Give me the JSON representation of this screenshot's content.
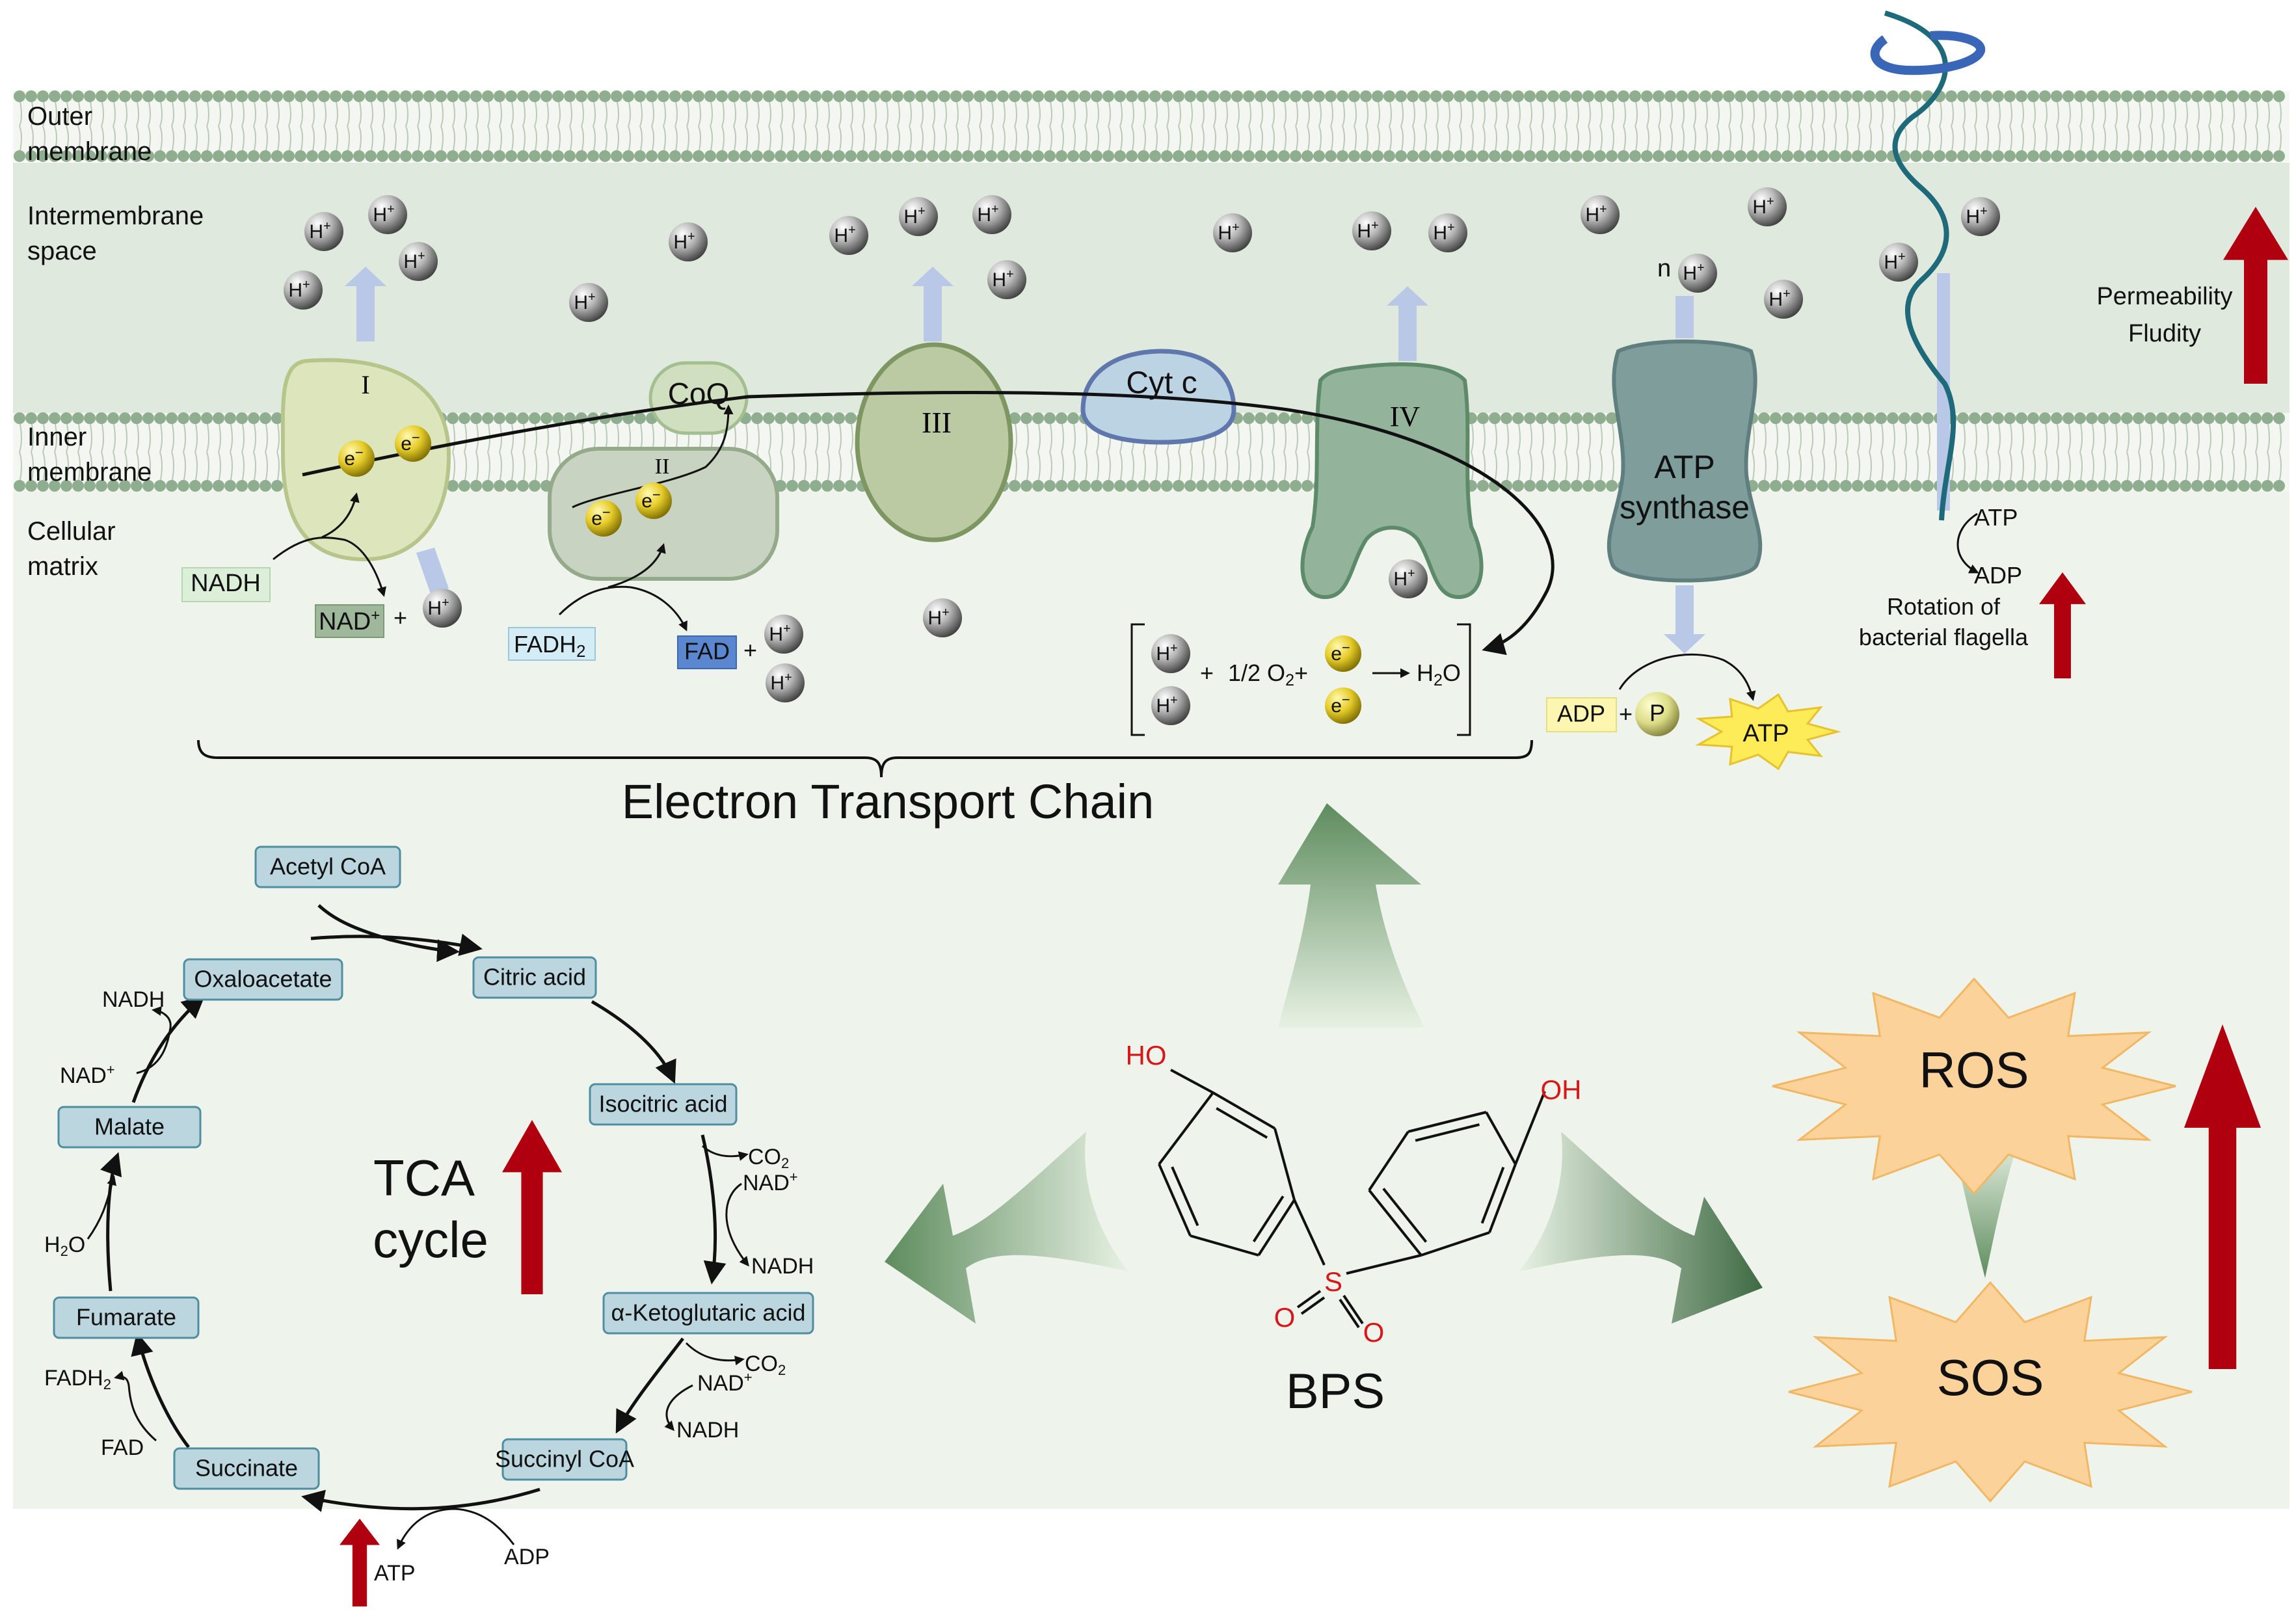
{
  "regions": {
    "outer": "Outer membrane",
    "intermembrane": "Intermembrane space",
    "inner": "Inner membrane",
    "matrix": "Cellular matrix"
  },
  "complexes": {
    "c1": "I",
    "c2": "II",
    "coq": "CoQ",
    "c3": "III",
    "cytc": "Cyt c",
    "c4": "IV",
    "atp_synthase": "ATP synthase"
  },
  "proton": {
    "base": "H",
    "charge": "+",
    "n": "n"
  },
  "electron": {
    "base": "e",
    "charge": "−"
  },
  "etc_molecules": {
    "nadh": "NADH",
    "nad": "NAD",
    "nad_charge": "+",
    "plus": "+",
    "fadh2_base": "FADH",
    "fadh2_sub": "2",
    "fad": "FAD",
    "half_o2": "1/2 O",
    "o2_sub": "2",
    "h2o_base": "H",
    "h2o_sub": "2",
    "h2o_o": "O",
    "adp": "ADP",
    "p": "P",
    "atp": "ATP"
  },
  "etc_label": "Electron Transport Chain",
  "flagella": {
    "atp": "ATP",
    "adp": "ADP",
    "label_line1": "Rotation of",
    "label_line2": "bacterial flagella"
  },
  "membrane_props": {
    "line1": "Permeability",
    "line2": "Fludity"
  },
  "tca": {
    "title_line1": "TCA",
    "title_line2": "cycle",
    "metabolites": [
      "Acetyl CoA",
      "Citric acid",
      "Isocitric acid",
      "α-Ketoglutaric acid",
      "Succinyl CoA",
      "Succinate",
      "Fumarate",
      "Malate",
      "Oxaloacetate"
    ],
    "side": {
      "co2": "CO",
      "co2_sub": "2",
      "nad": "NAD",
      "nad_charge": "+",
      "nadh": "NADH",
      "adp": "ADP",
      "atp": "ATP",
      "fad": "FAD",
      "fadh2": "FADH",
      "fadh2_sub": "2",
      "h2o": "H",
      "h2o_sub": "2",
      "h2o_o": "O"
    }
  },
  "bps": {
    "label": "BPS",
    "ho": "HO",
    "oh": "OH",
    "s": "S",
    "o": "O"
  },
  "stress": {
    "ros": "ROS",
    "sos": "SOS"
  },
  "colors": {
    "up_arrow": "#b00010",
    "membrane_bead": "#8fae8f",
    "intermembrane_fill": "#dfe9dd",
    "matrix_fill": "#eef3ec",
    "tca_box": "#bcd6df",
    "tca_box_stroke": "#4f8ea0",
    "starburst": "#fbd39a",
    "big_arrow": "#5e8c5e"
  }
}
